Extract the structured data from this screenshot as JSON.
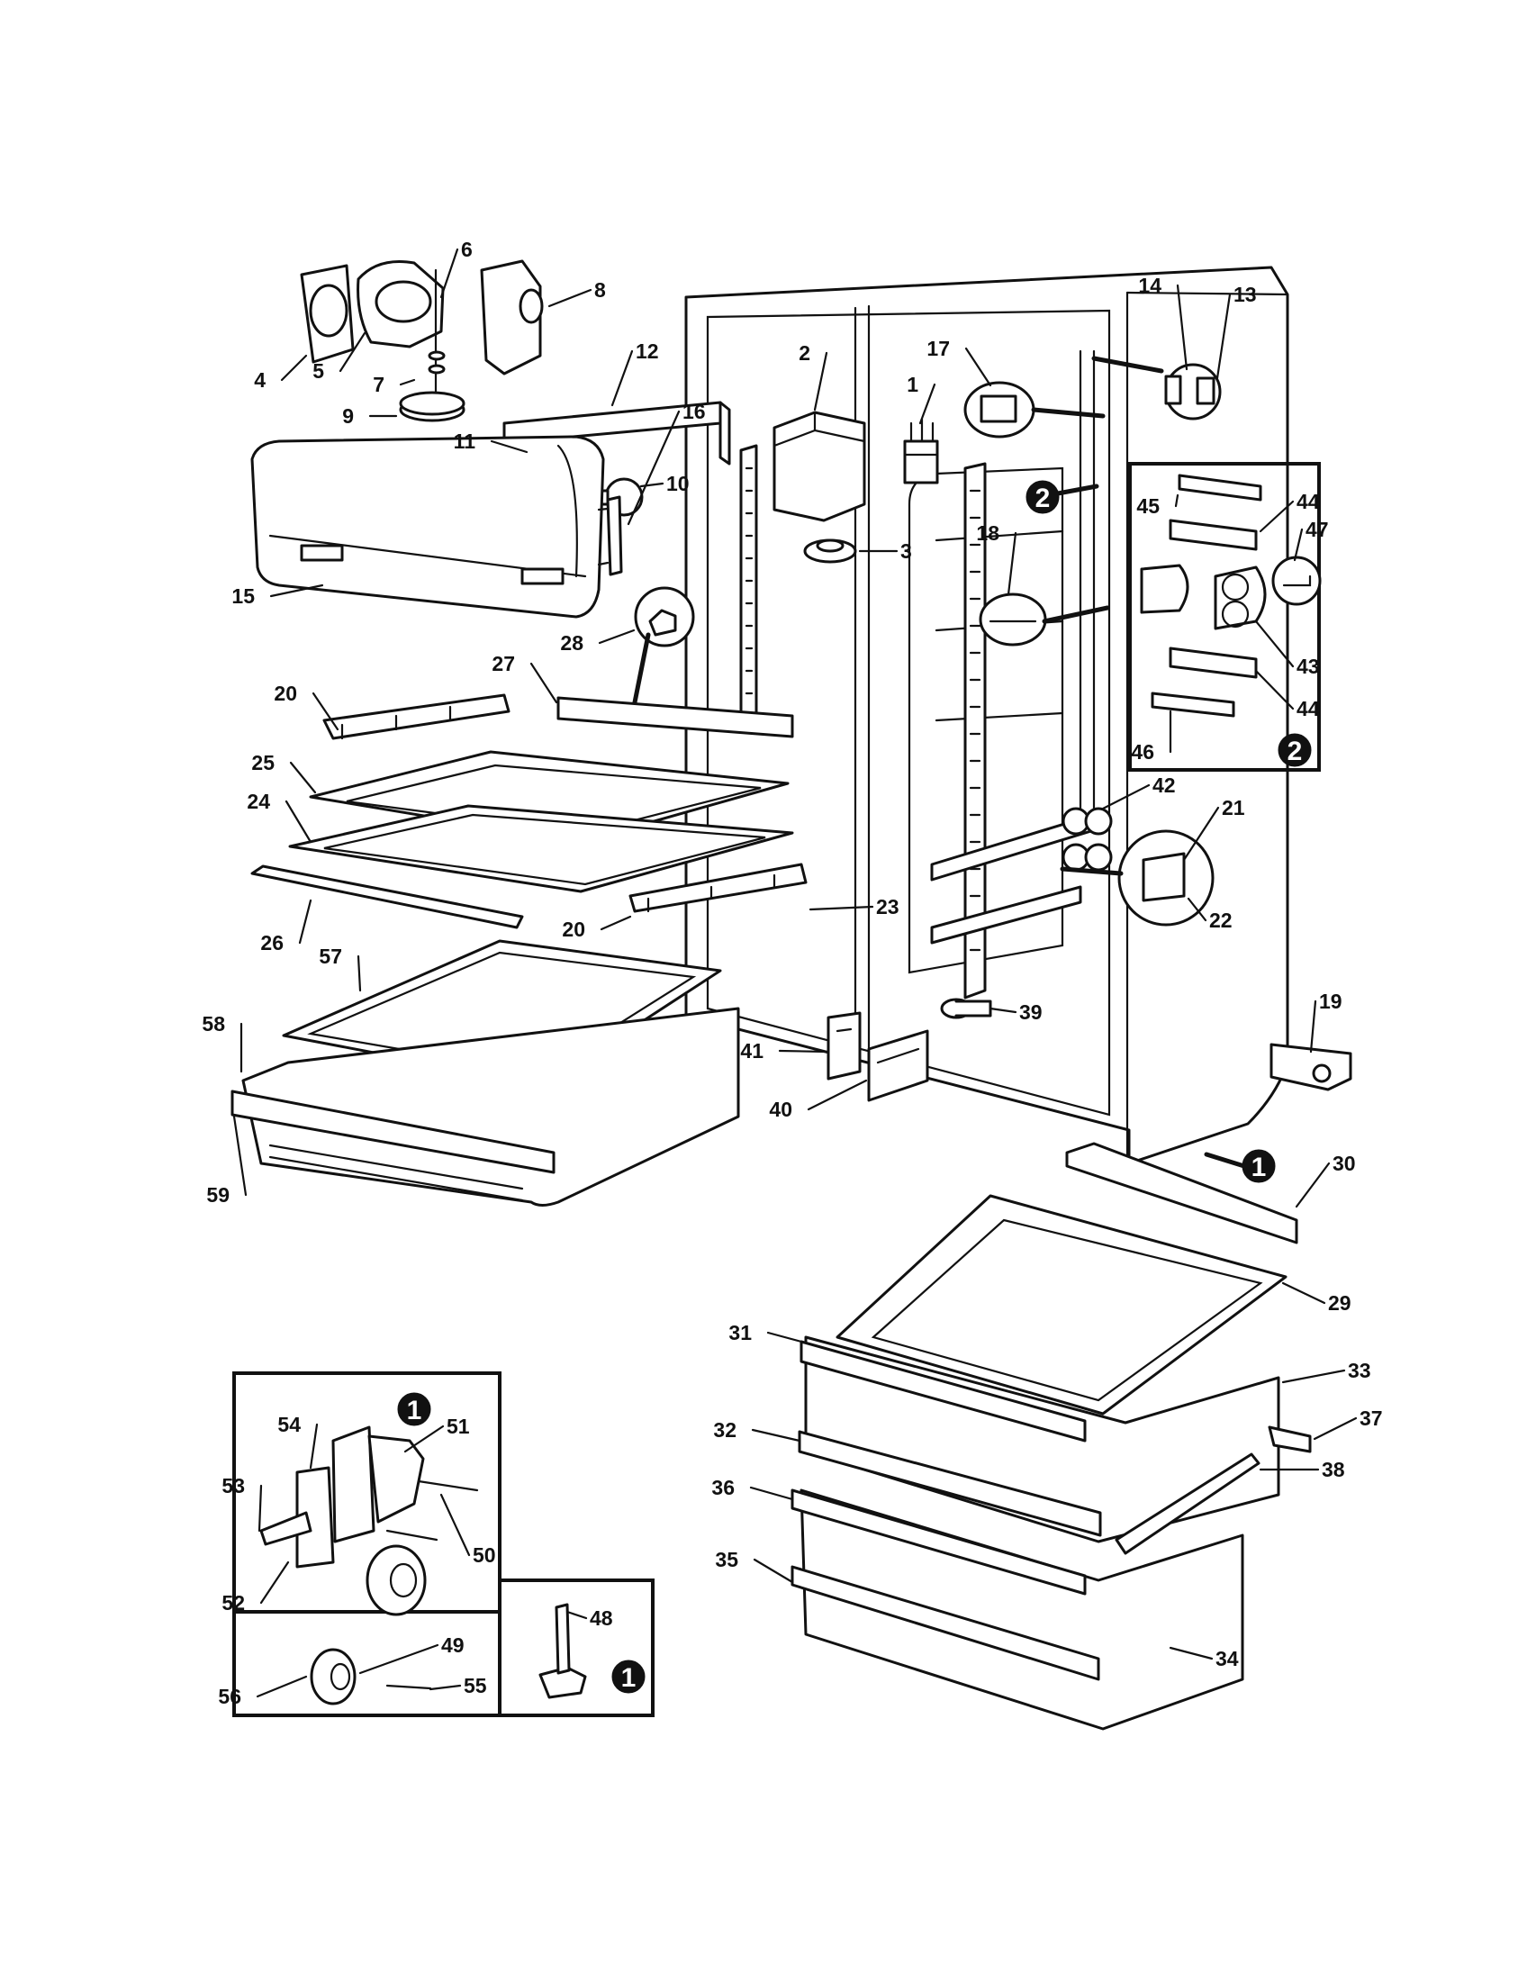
{
  "diagram": {
    "parts": [
      {
        "id": "p1",
        "number": "1"
      },
      {
        "id": "p2",
        "number": "2"
      },
      {
        "id": "p3",
        "number": "3"
      },
      {
        "id": "p4",
        "number": "4"
      },
      {
        "id": "p5",
        "number": "5"
      },
      {
        "id": "p6",
        "number": "6"
      },
      {
        "id": "p7",
        "number": "7"
      },
      {
        "id": "p8",
        "number": "8"
      },
      {
        "id": "p9",
        "number": "9"
      },
      {
        "id": "p10",
        "number": "10"
      },
      {
        "id": "p11",
        "number": "11"
      },
      {
        "id": "p12",
        "number": "12"
      },
      {
        "id": "p13",
        "number": "13"
      },
      {
        "id": "p14",
        "number": "14"
      },
      {
        "id": "p15",
        "number": "15"
      },
      {
        "id": "p16",
        "number": "16"
      },
      {
        "id": "p17",
        "number": "17"
      },
      {
        "id": "p18",
        "number": "18"
      },
      {
        "id": "p19",
        "number": "19"
      },
      {
        "id": "p20a",
        "number": "20"
      },
      {
        "id": "p20b",
        "number": "20"
      },
      {
        "id": "p21",
        "number": "21"
      },
      {
        "id": "p22",
        "number": "22"
      },
      {
        "id": "p23",
        "number": "23"
      },
      {
        "id": "p24",
        "number": "24"
      },
      {
        "id": "p25",
        "number": "25"
      },
      {
        "id": "p26",
        "number": "26"
      },
      {
        "id": "p27",
        "number": "27"
      },
      {
        "id": "p28",
        "number": "28"
      },
      {
        "id": "p29",
        "number": "29"
      },
      {
        "id": "p30",
        "number": "30"
      },
      {
        "id": "p31",
        "number": "31"
      },
      {
        "id": "p32",
        "number": "32"
      },
      {
        "id": "p33",
        "number": "33"
      },
      {
        "id": "p34",
        "number": "34"
      },
      {
        "id": "p35",
        "number": "35"
      },
      {
        "id": "p36",
        "number": "36"
      },
      {
        "id": "p37",
        "number": "37"
      },
      {
        "id": "p38",
        "number": "38"
      },
      {
        "id": "p39",
        "number": "39"
      },
      {
        "id": "p40",
        "number": "40"
      },
      {
        "id": "p41",
        "number": "41"
      },
      {
        "id": "p42",
        "number": "42"
      },
      {
        "id": "p43",
        "number": "43"
      },
      {
        "id": "p44a",
        "number": "44"
      },
      {
        "id": "p44b",
        "number": "44"
      },
      {
        "id": "p45",
        "number": "45"
      },
      {
        "id": "p46",
        "number": "46"
      },
      {
        "id": "p47",
        "number": "47"
      },
      {
        "id": "p48",
        "number": "48"
      },
      {
        "id": "p49",
        "number": "49"
      },
      {
        "id": "p50",
        "number": "50"
      },
      {
        "id": "p51",
        "number": "51"
      },
      {
        "id": "p52",
        "number": "52"
      },
      {
        "id": "p53",
        "number": "53"
      },
      {
        "id": "p54",
        "number": "54"
      },
      {
        "id": "p55",
        "number": "55"
      },
      {
        "id": "p56",
        "number": "56"
      },
      {
        "id": "p57",
        "number": "57"
      },
      {
        "id": "p58",
        "number": "58"
      },
      {
        "id": "p59",
        "number": "59"
      }
    ],
    "callouts": {
      "detail_1": "1",
      "detail_2": "2"
    }
  }
}
